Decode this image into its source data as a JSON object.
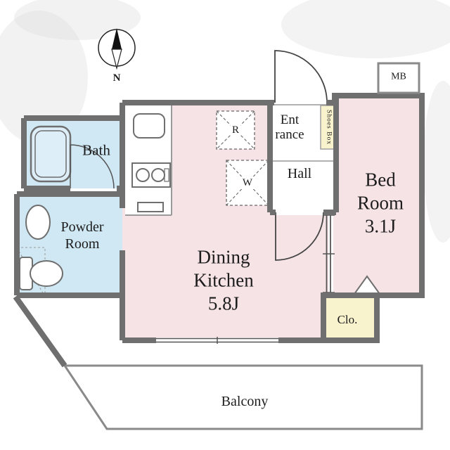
{
  "page": {
    "type": "apartment-floor-plan"
  },
  "compass": {
    "north_label": "N"
  },
  "meter_box": {
    "label": "MB"
  },
  "rooms": {
    "bath": {
      "label": "Bath"
    },
    "powder_room": {
      "label_line1": "Powder",
      "label_line2": "Room"
    },
    "dining_kitchen": {
      "label_line1": "Dining",
      "label_line2": "Kitchen",
      "size": "5.8J"
    },
    "bedroom": {
      "label_line1": "Bed",
      "label_line2": "Room",
      "size": "3.1J"
    },
    "hall": {
      "label": "Hall"
    },
    "entrance": {
      "label_line1": "Ent",
      "label_line2": "rance"
    },
    "shoes_box": {
      "label": "Shoes Box"
    },
    "closet": {
      "label": "Clo."
    },
    "balcony": {
      "label": "Balcony"
    }
  },
  "appliance_markers": {
    "refrigerator_label": "R",
    "washing_machine_label": "W"
  },
  "colors": {
    "wall_gray": "#6f6f6f",
    "room_pink": "#f6e3e6",
    "wet_area_blue": "#cfe8f4",
    "closet_yellow": "#f8f2cd",
    "balcony_outline": "#8a8a8a"
  }
}
